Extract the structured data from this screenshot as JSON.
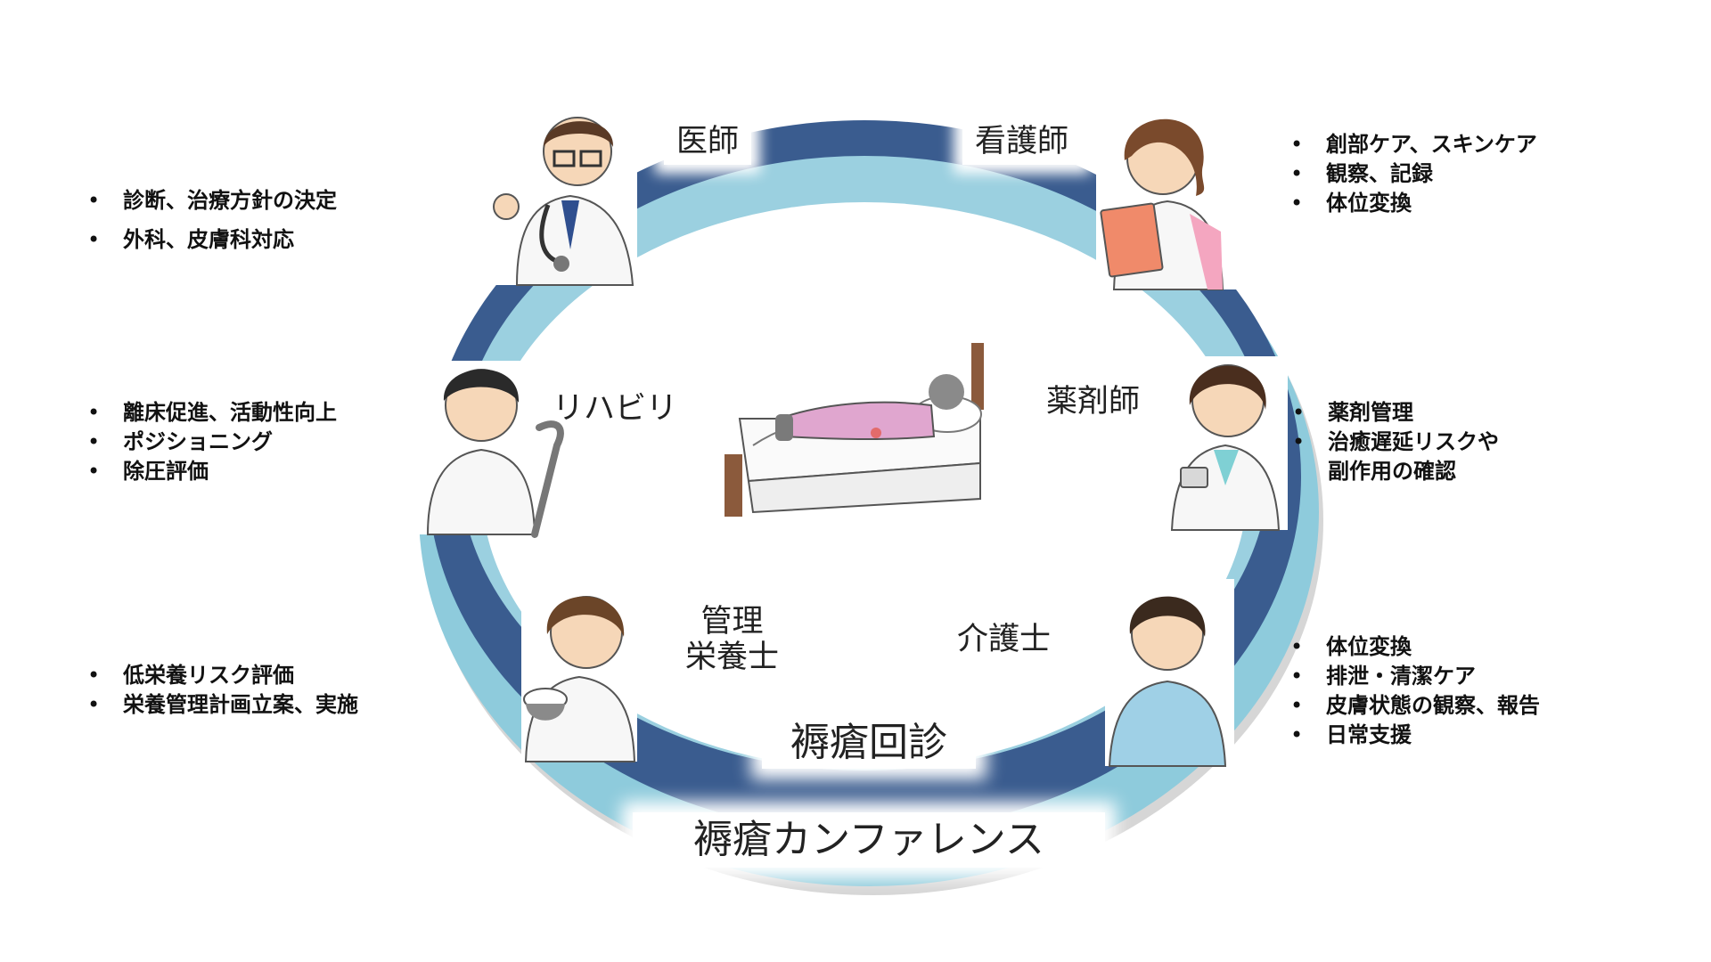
{
  "roles": {
    "doctor": {
      "label": "医師",
      "duties": [
        "診断、治療方針の決定",
        "外科、皮膚科対応"
      ]
    },
    "nurse": {
      "label": "看護師",
      "duties": [
        "創部ケア、スキンケア",
        "観察、記録",
        "体位変換"
      ]
    },
    "rehab": {
      "label": "リハビリ",
      "duties": [
        "離床促進、活動性向上",
        "ポジショニング",
        "除圧評価"
      ]
    },
    "pharmacist": {
      "label": "薬剤師",
      "duties": [
        "薬剤管理",
        "治癒遅延リスクや",
        "副作用の確認"
      ]
    },
    "dietitian": {
      "label_line1": "管理",
      "label_line2": "栄養士",
      "duties": [
        "低栄養リスク評価",
        "栄養管理計画立案、実施"
      ]
    },
    "caregiver": {
      "label": "介護士",
      "duties": [
        "体位変換",
        "排泄・清潔ケア",
        "皮膚状態の観察、報告",
        "日常支援"
      ]
    }
  },
  "inner_ring_label": "褥瘡回診",
  "outer_ring_label": "褥瘡カンファレンス",
  "colors": {
    "inner_ring": "#3a5c8f",
    "outer_ring": "#8ecbdc",
    "shadow_ring": "#d6d6d6",
    "skin": "#f6d7b8",
    "hair": "#5a3a26",
    "coat": "#f7f7f7",
    "scrub_blue": "#9fd0e6",
    "patient_pink": "#e0a6cf",
    "bed_wood": "#8b5a3c"
  }
}
